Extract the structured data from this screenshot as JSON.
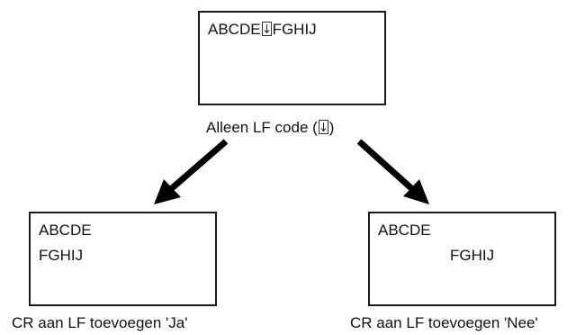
{
  "source": {
    "text_before": "ABCDE",
    "text_after": "FGHIJ",
    "caption_prefix": "Alleen LF code (",
    "caption_suffix": ")"
  },
  "left": {
    "line1": "ABCDE",
    "line2": "FGHIJ",
    "caption": "CR aan LF toevoegen 'Ja'"
  },
  "right": {
    "line1": "ABCDE",
    "line2": "FGHIJ",
    "caption": "CR aan LF toevoegen 'Nee'"
  },
  "icons": {
    "line_feed": "line-feed-icon",
    "arrow": "arrow-icon"
  },
  "colors": {
    "ink": "#111111",
    "border": "#1a1a1a"
  }
}
